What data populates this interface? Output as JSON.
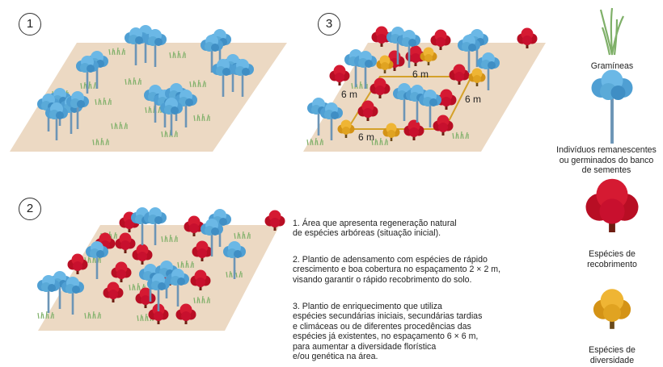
{
  "panels": [
    {
      "number": "1"
    },
    {
      "number": "2"
    },
    {
      "number": "3",
      "distances": [
        "6 m",
        "6 m",
        "6 m",
        "6 m"
      ]
    }
  ],
  "descriptions": [
    {
      "line1": "1. Área que apresenta regeneração natural",
      "line2": "de espécies arbóreas (situação inicial)."
    },
    {
      "line1": "2. Plantio de adensamento com espécies de rápido",
      "line2": "crescimento e boa cobertura no espaçamento 2 × 2 m,",
      "line3": "visando garantir o rápido recobrimento do solo."
    },
    {
      "line1": "3. Plantio de enriquecimento que utiliza",
      "line2": "espécies secundárias iniciais, secundárias tardias",
      "line3": "e climáceas ou de diferentes procedências das",
      "line4": "espécies já existentes, no espaçamento 6 × 6 m,",
      "line5": "para aumentar a diversidade florística",
      "line6": "e/ou genética na área."
    }
  ],
  "legend": [
    {
      "icon": "grass-icon",
      "label": "Gramíneas"
    },
    {
      "icon": "blue-tree-icon",
      "label1": "Indivíduos remanescentes",
      "label2": "ou germinados do banco",
      "label3": "de sementes"
    },
    {
      "icon": "red-tree-icon",
      "label1": "Espécies de",
      "label2": "recobrimento"
    },
    {
      "icon": "yellow-tree-icon",
      "label1": "Espécies de",
      "label2": "diversidade"
    }
  ],
  "colors": {
    "ground": "#ecd9c3",
    "blue_tree": "#5aaad8",
    "red_tree": "#c8102e",
    "yellow_tree": "#e0a321",
    "grass": "#7fb069",
    "grid_line": "#d4a12a"
  }
}
